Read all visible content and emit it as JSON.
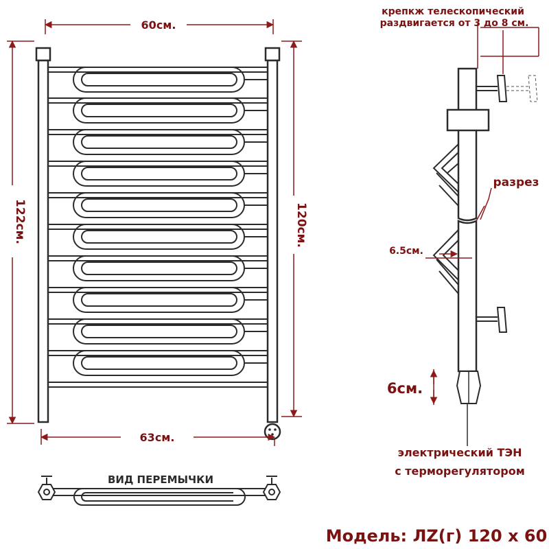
{
  "colors": {
    "dimension_line": "#8b1a1a",
    "label_text": "#7a1212",
    "drawing_line": "#2b2b2b",
    "background": "#ffffff"
  },
  "front_view": {
    "width_top_label": "60см.",
    "width_bottom_label": "63см.",
    "height_outer_label": "122см.",
    "height_inner_label": "120см."
  },
  "side_view": {
    "mount_label_line1": "крепкж телескопический",
    "mount_label_line2": "раздвигается от 3 до 8 см.",
    "section_label": "разрез",
    "gap_label": "6.5см.",
    "heater_height_label": "6см.",
    "heater_label_line1": "электрический  ТЭН",
    "heater_label_line2": "с терморегулятором"
  },
  "jumper_view": {
    "label": "ВИД ПЕРЕМЫЧКИ"
  },
  "model": {
    "label": "Модель: ЛZ(г) 120 х 60"
  }
}
